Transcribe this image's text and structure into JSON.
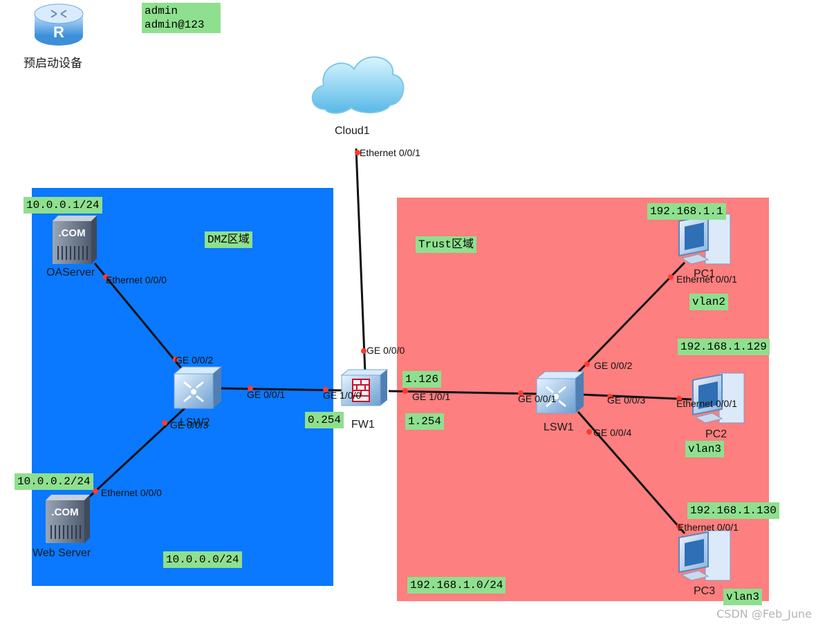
{
  "legend": {
    "device_label": "预启动设备",
    "credentials": [
      "admin",
      "admin@123"
    ]
  },
  "zones": {
    "dmz": {
      "label": "DMZ区域",
      "subnet": "10.0.0.0/24",
      "color": "#0a78ff"
    },
    "trust": {
      "label": "Trust区域",
      "subnet": "192.168.1.0/24",
      "color": "#fd7f7f"
    }
  },
  "devices": {
    "cloud1": "Cloud1",
    "oaserver": "OAServer",
    "webserver": "Web Server",
    "lsw2": "LSW2",
    "fw1": "FW1",
    "lsw1": "LSW1",
    "pc1": "PC1",
    "pc2": "PC2",
    "pc3": "PC3"
  },
  "ports": {
    "cloud_eth": "Ethernet 0/0/1",
    "fw_ge000": "GE 0/0/0",
    "oa_eth": "Ethernet 0/0/0",
    "lsw2_ge002": "GE 0/0/2",
    "lsw2_ge001": "GE 0/0/1",
    "lsw2_ge003": "GE 0/0/3",
    "web_eth": "Ethernet 0/0/0",
    "fw_ge100": "GE 1/0/0",
    "fw_ge101": "GE 1/0/1",
    "lsw1_ge001": "GE 0/0/1",
    "lsw1_ge002": "GE 0/0/2",
    "lsw1_ge003": "GE 0/0/3",
    "lsw1_ge004": "GE 0/0/4",
    "pc1_eth": "Ethernet 0/0/1",
    "pc2_eth": "Ethernet 0/0/1",
    "pc3_eth": "Ethernet 0/0/1"
  },
  "notes": {
    "oa_ip": "10.0.0.1/24",
    "web_ip": "10.0.0.2/24",
    "fw_dmz_ip": "0.254",
    "fw_trust_ip1": "1.126",
    "fw_trust_ip2": "1.254",
    "pc1_ip": "192.168.1.1",
    "pc1_vlan": "vlan2",
    "pc2_ip": "192.168.1.129",
    "pc2_vlan": "vlan3",
    "pc3_ip": "192.168.1.130",
    "pc3_vlan": "vlan3"
  },
  "watermark": "CSDN @Feb_June",
  "colors": {
    "note": "#8ee08e",
    "port_dot": "#ff3b30",
    "link": "#111111"
  }
}
